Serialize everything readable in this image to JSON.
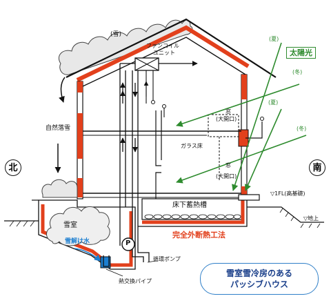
{
  "labels": {
    "snow_top": "(雪)",
    "fan_coil": "ファンコイル",
    "fan_coil_unit": "ユニット",
    "natural_snowfall": "自然落雪",
    "window_upper": "窓",
    "window_upper_open": "(大開口)",
    "glass_floor": "ガラス床",
    "window_lower": "窓",
    "window_lower_open": "(大開口)",
    "underfloor_storage": "床下蓄熱槽",
    "first_fl": "▽1FL(高基礎)",
    "ground_level": "▽地上",
    "external_insulation": "完全外断熱工法",
    "snow_room": "雪室",
    "snowmelt_water": "雪解け水",
    "circulation_pump": "循環ポンプ",
    "heat_exchange_pipe": "熱交換パイプ",
    "pump_symbol": "P"
  },
  "seasons": {
    "summer_1": "(夏)",
    "summer_2": "(夏)",
    "winter_1": "(冬)",
    "winter_2": "(冬)",
    "sunlight": "太陽光"
  },
  "compass": {
    "north": "北",
    "south": "南"
  },
  "title": {
    "line1": "雪室雪冷房のある",
    "line2": "パッシブハウス"
  },
  "colors": {
    "insulation": "#e2401c",
    "sunlight": "#2e8b2e",
    "water": "#1d7fd0",
    "title": "#1a3f8a"
  }
}
